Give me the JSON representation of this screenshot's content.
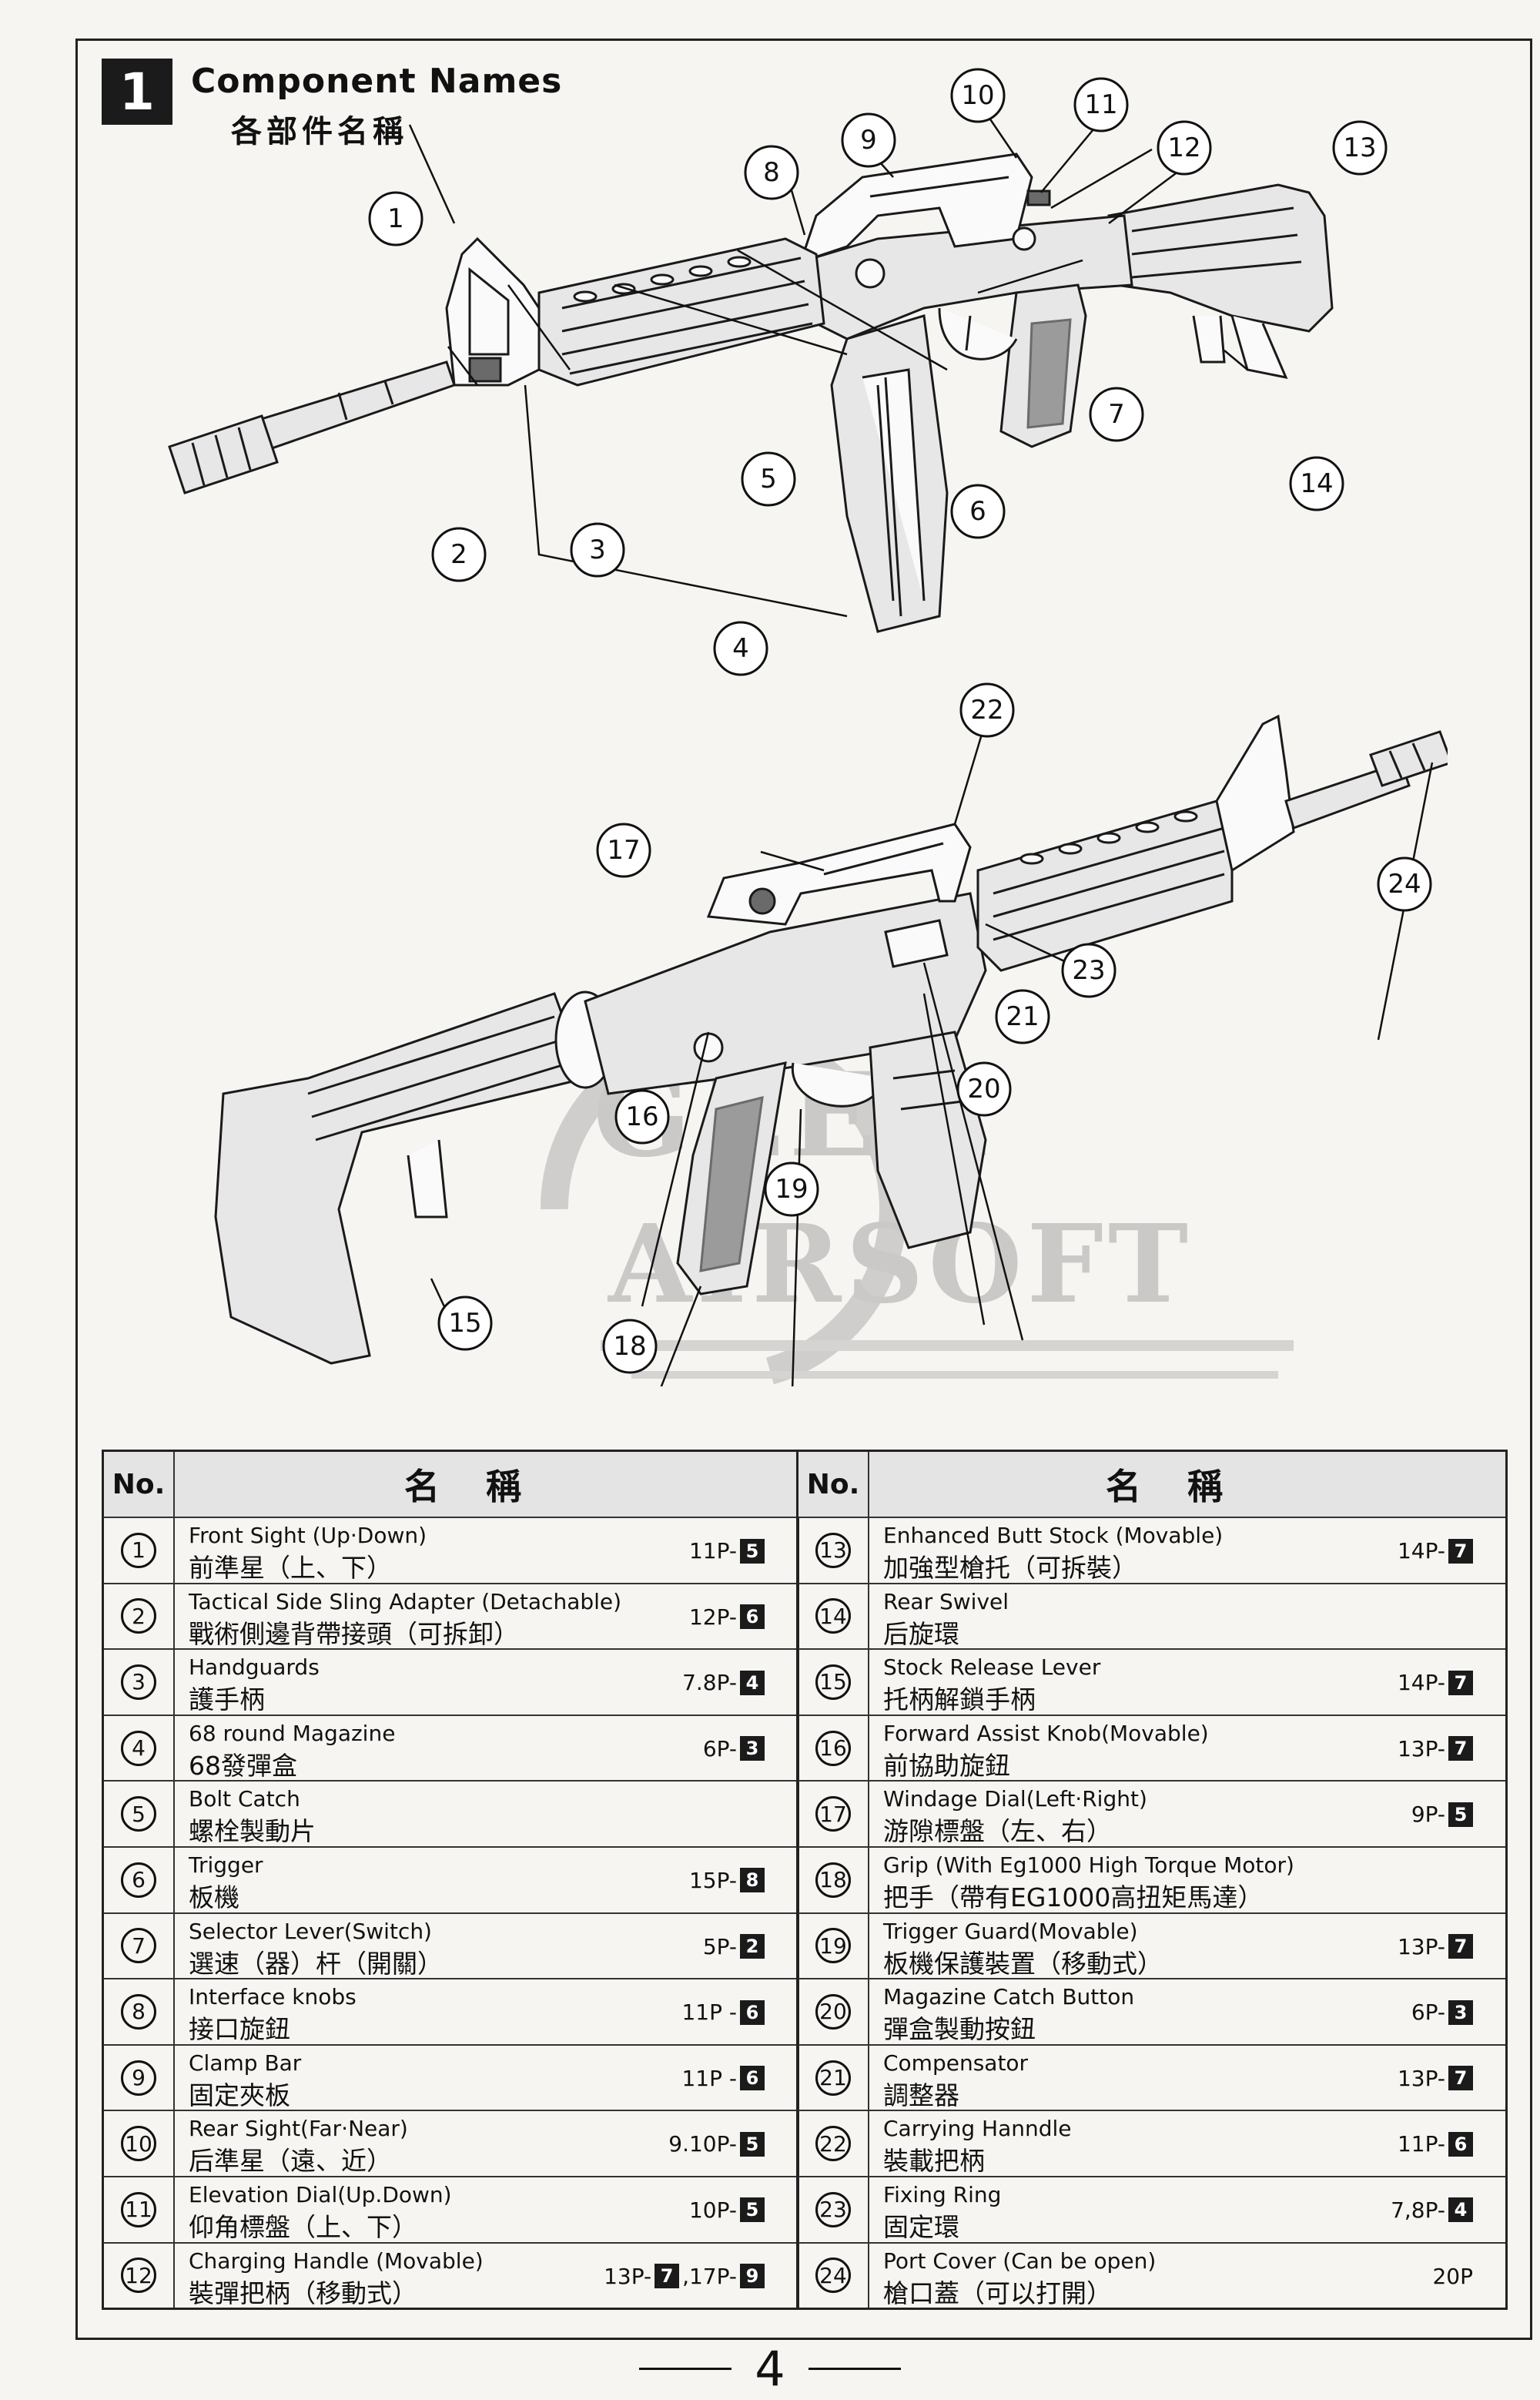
{
  "section": {
    "number": "1",
    "title_en": "Component Names",
    "title_zh": "各部件名稱"
  },
  "callouts_top": [
    "1",
    "2",
    "3",
    "4",
    "5",
    "6",
    "7",
    "8",
    "9",
    "10",
    "11",
    "12",
    "13",
    "14"
  ],
  "callouts_bottom": [
    "15",
    "16",
    "17",
    "18",
    "19",
    "20",
    "21",
    "22",
    "23",
    "24"
  ],
  "watermark": {
    "line1": "GEEK",
    "line2": "AIRSOFT"
  },
  "table": {
    "header_no": "No.",
    "header_name": "名稱",
    "left": [
      {
        "no": "1",
        "en": "Front Sight (Up·Down)",
        "zh": "前準星（上、下）",
        "page": "11P-",
        "box": "5"
      },
      {
        "no": "2",
        "en": "Tactical Side Sling Adapter (Detachable)",
        "zh": "戰術側邊背帶接頭（可拆卸）",
        "page": "12P-",
        "box": "6"
      },
      {
        "no": "3",
        "en": "Handguards",
        "zh": "護手柄",
        "page": "7.8P-",
        "box": "4"
      },
      {
        "no": "4",
        "en": "68 round Magazine",
        "zh": "68發彈盒",
        "page": "6P-",
        "box": "3"
      },
      {
        "no": "5",
        "en": "Bolt Catch",
        "zh": "螺栓製動片",
        "page": "",
        "box": ""
      },
      {
        "no": "6",
        "en": "Trigger",
        "zh": "板機",
        "page": "15P-",
        "box": "8"
      },
      {
        "no": "7",
        "en": "Selector Lever(Switch)",
        "zh": "選速（器）杆（開關）",
        "page": "5P-",
        "box": "2"
      },
      {
        "no": "8",
        "en": "Interface knobs",
        "zh": "接口旋鈕",
        "page": "11P -",
        "box": "6"
      },
      {
        "no": "9",
        "en": "Clamp Bar",
        "zh": "固定夾板",
        "page": "11P -",
        "box": "6"
      },
      {
        "no": "10",
        "en": "Rear Sight(Far·Near)",
        "zh": "后準星（遠、近）",
        "page": "9.10P-",
        "box": "5"
      },
      {
        "no": "11",
        "en": "Elevation Dial(Up.Down)",
        "zh": "仰角標盤（上、下）",
        "page": "10P-",
        "box": "5"
      },
      {
        "no": "12",
        "en": "Charging Handle (Movable)",
        "zh": "裝彈把柄（移動式）",
        "page": "13P-",
        "box": "7",
        "page2": ",17P-",
        "box2": "9"
      }
    ],
    "right": [
      {
        "no": "13",
        "en": "Enhanced Butt Stock (Movable)",
        "zh": "加強型槍托（可拆裝）",
        "page": "14P-",
        "box": "7"
      },
      {
        "no": "14",
        "en": "Rear Swivel",
        "zh": "后旋環",
        "page": "",
        "box": ""
      },
      {
        "no": "15",
        "en": "Stock Release Lever",
        "zh": "托柄解鎖手柄",
        "page": "14P-",
        "box": "7"
      },
      {
        "no": "16",
        "en": "Forward Assist Knob(Movable)",
        "zh": "前協助旋鈕",
        "page": "13P-",
        "box": "7"
      },
      {
        "no": "17",
        "en": "Windage Dial(Left·Right)",
        "zh": "游隙標盤（左、右）",
        "page": "9P-",
        "box": "5"
      },
      {
        "no": "18",
        "en": "Grip (With Eg1000 High Torque Motor)",
        "zh": "把手（帶有EG1000高扭矩馬達）",
        "page": "",
        "box": ""
      },
      {
        "no": "19",
        "en": "Trigger Guard(Movable)",
        "zh": "板機保護裝置（移動式）",
        "page": "13P-",
        "box": "7"
      },
      {
        "no": "20",
        "en": "Magazine Catch Button",
        "zh": "彈盒製動按鈕",
        "page": "6P-",
        "box": "3"
      },
      {
        "no": "21",
        "en": "Compensator",
        "zh": "調整器",
        "page": "13P-",
        "box": "7"
      },
      {
        "no": "22",
        "en": "Carrying Hanndle",
        "zh": "裝載把柄",
        "page": "11P-",
        "box": "6"
      },
      {
        "no": "23",
        "en": "Fixing Ring",
        "zh": "固定環",
        "page": "7,8P-",
        "box": "4"
      },
      {
        "no": "24",
        "en": "Port Cover (Can be open)",
        "zh": "槍口蓋（可以打開）",
        "page": "20P",
        "box": ""
      }
    ]
  },
  "page_number": "4"
}
